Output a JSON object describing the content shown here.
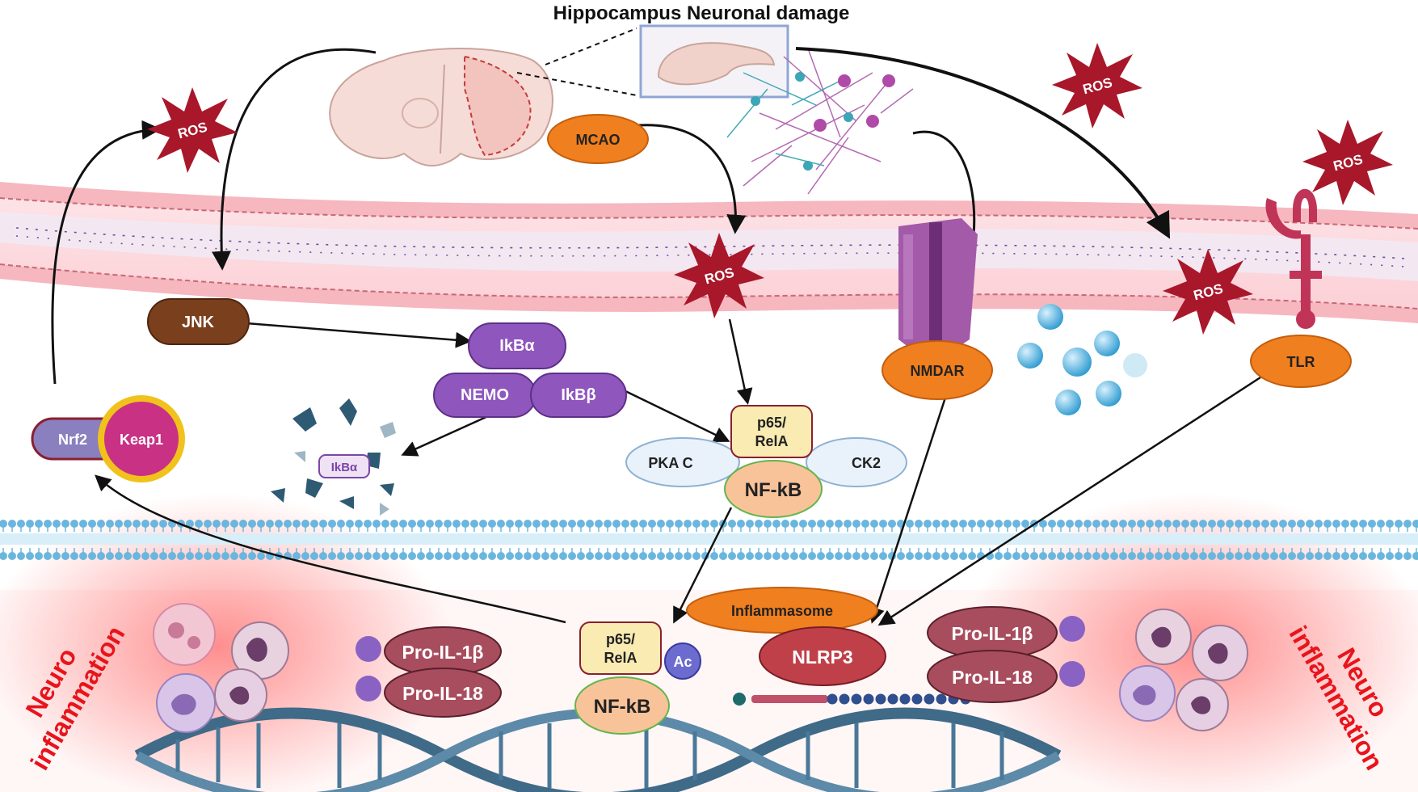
{
  "title": "Hippocampus Neuronal damage",
  "labels": {
    "mcao": "MCAO",
    "ros": "ROS",
    "jnk": "JNK",
    "ikba": "IkBα",
    "nemo": "NEMO",
    "ikbb": "IkBβ",
    "ikba_degraded": "IkBα",
    "nrf2": "Nrf2",
    "keap1": "Keap1",
    "p65": "p65/",
    "rela": "RelA",
    "pkac": "PKA C",
    "ck2": "CK2",
    "nfkb": "NF-kB",
    "nmdar": "NMDAR",
    "tlr": "TLR",
    "inflammasome": "Inflammasome",
    "nlrp3": "NLRP3",
    "pro_il1b": "Pro-IL-1β",
    "pro_il18": "Pro-IL-18",
    "ac": "Ac",
    "neuro_line1": "Neuro",
    "neuro_line2": "inflammation"
  },
  "colors": {
    "orange": "#f07f1f",
    "brown": "#7a3f1c",
    "purple": "#8f56bd",
    "ros_red": "#a8172a",
    "maroon": "#a84d5e",
    "keap_pink": "#c83184",
    "membrane_blue": "#6ab6de",
    "dna_blue": "#3f6a88",
    "neuro_red": "#e8141c"
  }
}
